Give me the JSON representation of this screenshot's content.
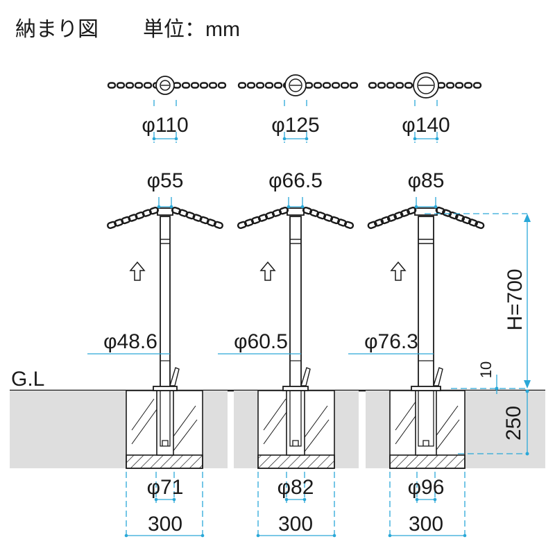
{
  "header": {
    "title": "納まり図",
    "unit": "単位：mm"
  },
  "ground_label": "G.L",
  "models": [
    {
      "id": "small",
      "flange_diameter": "φ110",
      "cap_diameter": "φ55",
      "post_diameter": "φ48.6",
      "sleeve_diameter": "φ71",
      "foundation_width": "300"
    },
    {
      "id": "medium",
      "flange_diameter": "φ125",
      "cap_diameter": "φ66.5",
      "post_diameter": "φ60.5",
      "sleeve_diameter": "φ82",
      "foundation_width": "300"
    },
    {
      "id": "large",
      "flange_diameter": "φ140",
      "cap_diameter": "φ85",
      "post_diameter": "φ76.3",
      "sleeve_diameter": "φ96",
      "foundation_width": "300"
    }
  ],
  "vertical_dims": {
    "height": "H=700",
    "above_ground": "10",
    "foundation_depth": "250"
  }
}
